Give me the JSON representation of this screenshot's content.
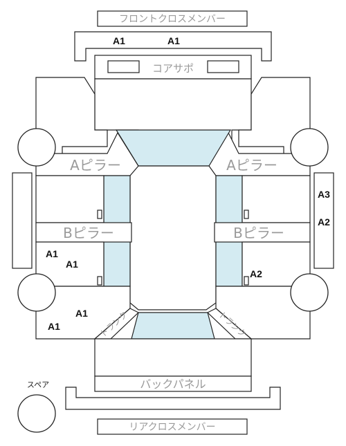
{
  "parts": {
    "front_cross_member": "フロントクロスメンバー",
    "core_support": "コアサポ",
    "a_pillar_left": "Aピラー",
    "a_pillar_right": "Aピラー",
    "b_pillar_left": "Bピラー",
    "b_pillar_right": "Bピラー",
    "trunk_left": "トランク",
    "trunk_right": "トランク",
    "back_panel": "バックパネル",
    "rear_cross_member": "リアクロスメンバー",
    "spare": "スペア"
  },
  "grades": {
    "front_member_left": "A1",
    "front_member_right": "A1",
    "right_side_upper": "A3",
    "right_side_lower": "A2",
    "left_door_rear_1": "A1",
    "left_door_rear_2": "A1",
    "right_rear_door": "A2",
    "left_quarter_1": "A1",
    "left_quarter_2": "A1"
  },
  "colors": {
    "glass": "#d4ebf2",
    "line": "#222222",
    "label": "#9a9a9a"
  }
}
